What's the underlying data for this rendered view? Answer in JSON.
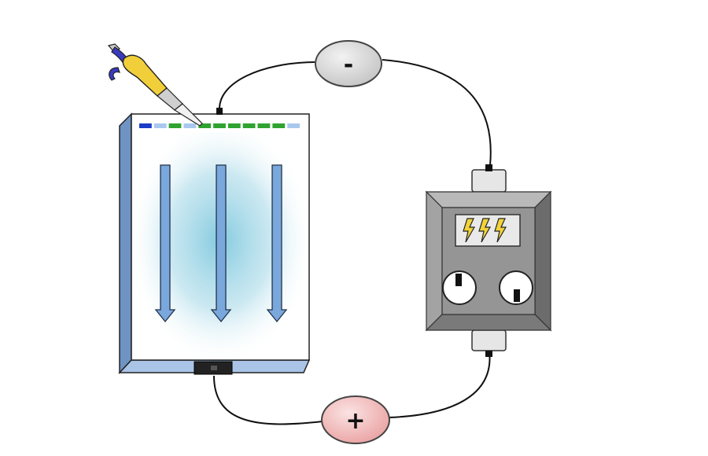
{
  "terminals": {
    "negative": {
      "label": "-",
      "color": "#c9c9c9"
    },
    "positive": {
      "label": "+",
      "color": "#f2b8b8"
    }
  },
  "gel": {
    "lanes": 3,
    "migration_direction": "down",
    "well_colors": [
      "#1a3cc7",
      "#a9c8ee",
      "#2fa32f",
      "#a9c8ee",
      "#2fa32f",
      "#2fa32f",
      "#2fa32f",
      "#2fa32f",
      "#2fa32f",
      "#2fa32f",
      "#a9c8ee"
    ],
    "glow_color": "#7ec8de",
    "frame_color": "#6f94c4"
  },
  "power_supply": {
    "body_color": "#9a9a9a",
    "bolt_count": 3,
    "bolt_color": "#f1d23a",
    "dial_count": 2
  },
  "pipette": {
    "body_color": "#f0cf3a",
    "plunger_color": "#3a3ac0"
  }
}
